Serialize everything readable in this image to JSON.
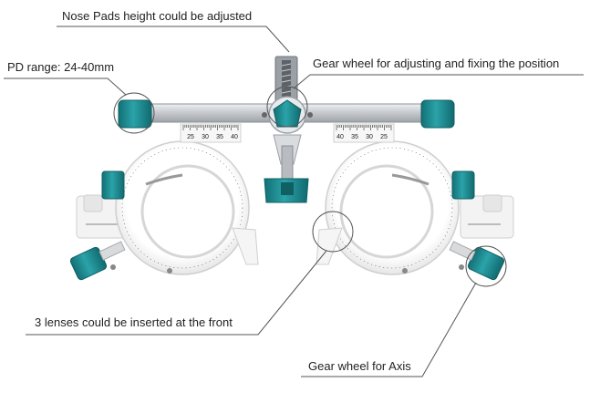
{
  "colors": {
    "teal": "#1f8e94",
    "teal_dark": "#156e73",
    "frame": "#f1f1f1",
    "bar": "#c8ccd0",
    "leader": "#555555",
    "text": "#222222"
  },
  "annotations": [
    {
      "id": "nose",
      "text": "Nose Pads height could be adjusted"
    },
    {
      "id": "pd",
      "text": "PD range: 24-40mm"
    },
    {
      "id": "gear",
      "text": "Gear wheel for adjusting and fixing the position"
    },
    {
      "id": "lens",
      "text": "3 lenses could be inserted at the front"
    },
    {
      "id": "axis",
      "text": "Gear wheel for Axis"
    }
  ],
  "pd_scale_left": [
    "25",
    "30",
    "35",
    "40"
  ],
  "pd_scale_right": [
    "40",
    "35",
    "30",
    "25"
  ],
  "icons": [
    "lens-dial-icon",
    "gear-knob-icon",
    "nose-pad-icon"
  ]
}
